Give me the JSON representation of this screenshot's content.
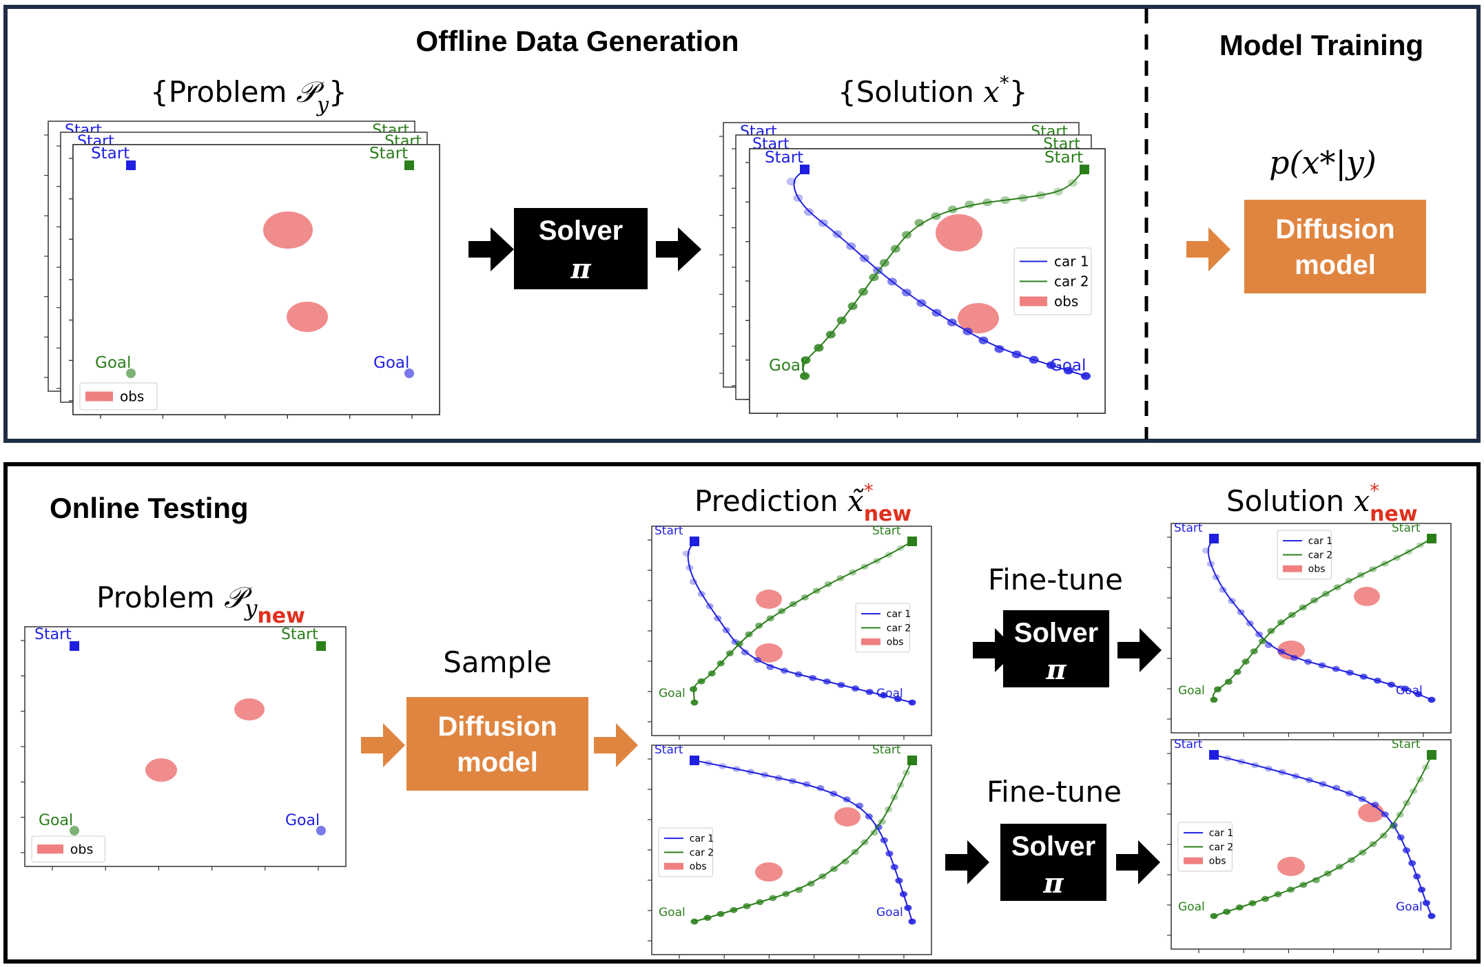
{
  "colors": {
    "frame": "#1f2d44",
    "solver_box": "#000000",
    "diffusion_box": "#e08540",
    "arrow_orange": "#e08540",
    "car1": "#1f1fe0",
    "car2": "#2a7f1a",
    "obstacle": "#f08080",
    "highlight_red": "#e0301e"
  },
  "top_panel": {
    "section_left_title": "Offline Data Generation",
    "section_right_title": "Model Training",
    "problem_label": "{Problem 𝒫_y}",
    "problem_open": "{Problem ",
    "problem_sym": "𝒫",
    "problem_sub": "y",
    "problem_close": "}",
    "solution_open": "{Solution ",
    "solution_sym": "x",
    "solution_sup": "*",
    "solution_close": "}",
    "solver_line1": "Solver",
    "solver_line2": "π",
    "conditional": "p(x*|y)",
    "conditional_display": "p(x*|y)",
    "diffusion_line1": "Diffusion",
    "diffusion_line2": "model"
  },
  "bottom_panel": {
    "section_title": "Online Testing",
    "problem_text": "Problem ",
    "problem_sym": "𝒫",
    "problem_sub_y": "y",
    "problem_sub_new": "new",
    "sample_label": "Sample",
    "diffusion_line1": "Diffusion",
    "diffusion_line2": "model",
    "prediction_text": "Prediction ",
    "prediction_sym": "x̃",
    "prediction_sup": "*",
    "prediction_sub": "new",
    "solution_text": "Solution ",
    "solution_sym": "x",
    "solution_sup": "*",
    "solution_sub": "new",
    "finetune_top": "Fine-tune",
    "finetune_bottom": "Fine-tune",
    "solver_line1": "Solver",
    "solver_line2": "π"
  },
  "plot_labels": {
    "start": "Start",
    "goal": "Goal",
    "car1": "car 1",
    "car2": "car 2",
    "obs": "obs"
  }
}
